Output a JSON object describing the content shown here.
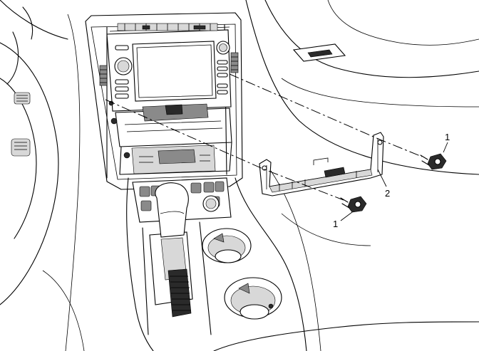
{
  "callouts": {
    "fastener_upper_label": "1",
    "fastener_lower_label": "1",
    "bracket_label": "2"
  },
  "colors": {
    "line": "#000000",
    "shade_dark": "#2a2a2a",
    "shade_mid": "#8a8a8a",
    "shade_light": "#d8d8d8",
    "background": "#ffffff"
  }
}
